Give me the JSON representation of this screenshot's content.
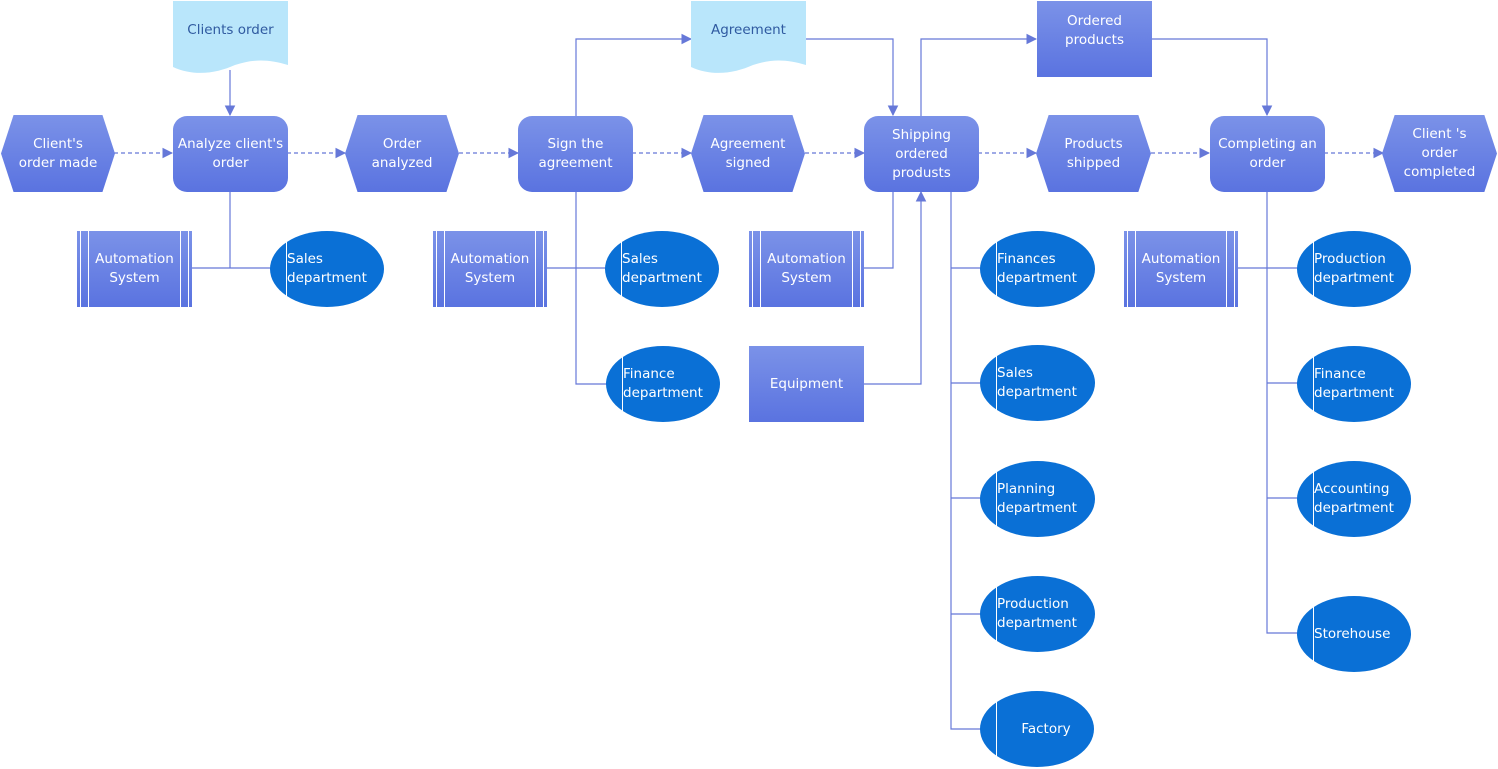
{
  "colors": {
    "event": "#6a82e4",
    "function": "#6a82e4",
    "organization": "#0a70d6",
    "document": "#b9e6fb",
    "connector": "#6678d8",
    "document_text": "#2f5aa0"
  },
  "events": {
    "clients_order_made": "Client's\norder made",
    "order_analyzed": "Order\nanalyzed",
    "agreement_signed": "Agreement\nsigned",
    "products_shipped": "Products\nshipped",
    "clients_order_completed": "Client 's\norder\ncompleted"
  },
  "functions": {
    "analyze_clients_order": "Analyze client's\norder",
    "sign_the_agreement": "Sign the\nagreement",
    "shipping_ordered_products": "Shipping\nordered\nprodusts",
    "completing_an_order": "Completing an\norder"
  },
  "documents": {
    "clients_order": "Clients order",
    "agreement": "Agreement"
  },
  "resources": {
    "ordered_products": "Ordered\nproducts",
    "equipment": "Equipment"
  },
  "systems": {
    "automation_1": "Automation\nSystem",
    "automation_2": "Automation\nSystem",
    "automation_3": "Automation\nSystem",
    "automation_4": "Automation\nSystem"
  },
  "units": {
    "sales_1": "Sales\ndepartment",
    "sales_2": "Sales\ndepartment",
    "finance_2": "Finance\ndepartment",
    "finances_3": "Finances\ndepartment",
    "sales_3": "Sales\ndepartment",
    "planning_3": "Planning\ndepartment",
    "production_3": "Production\ndepartment",
    "factory_3": "Factory",
    "production_4": "Production\ndepartment",
    "finance_4": "Finance\ndepartment",
    "accounting_4": "Accounting\ndepartment",
    "storehouse_4": "Storehouse"
  }
}
